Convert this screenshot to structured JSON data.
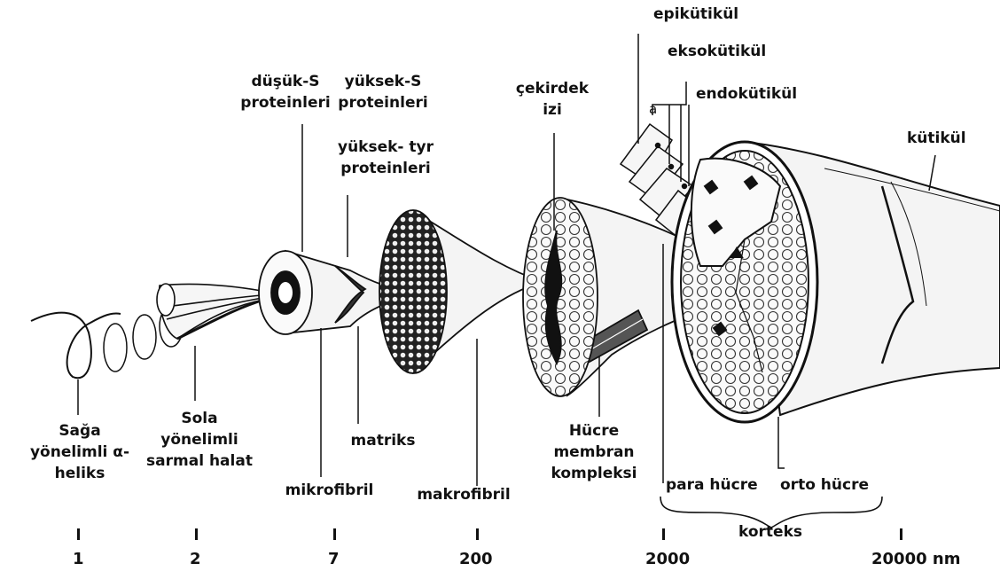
{
  "labels": {
    "alpha_helix": [
      "Sağa",
      "yönelimli α-",
      "heliks"
    ],
    "rope": [
      "Sola",
      "yönelimli",
      "sarmal halat"
    ],
    "low_s": [
      "düşük-S",
      "proteinleri"
    ],
    "high_s": [
      "yüksek-S",
      "proteinleri"
    ],
    "high_tyr": [
      "yüksek- tyr",
      "proteinleri"
    ],
    "microfibril": "mikrofibril",
    "matrix": "matriks",
    "macrofibril": "makrofibril",
    "nuclear_remnant": [
      "çekirdek",
      "izi"
    ],
    "cmc": [
      "Hücre",
      "membran",
      "kompleksi"
    ],
    "epicuticle": "epikütikül",
    "exocuticle": "eksokütikül",
    "endocuticle": "endokütikül",
    "a_mark": "a",
    "cuticle": "kütikül",
    "para_cell": "para hücre",
    "ortho_cell": "orto hücre",
    "cortex": "korteks"
  },
  "scale": [
    "1",
    "2",
    "7",
    "200",
    "2000",
    "20000 nm"
  ],
  "colors": {
    "ink": "#111111",
    "background": "#ffffff",
    "shade": "#3a3a3a",
    "light_fill": "#f4f4f4"
  }
}
